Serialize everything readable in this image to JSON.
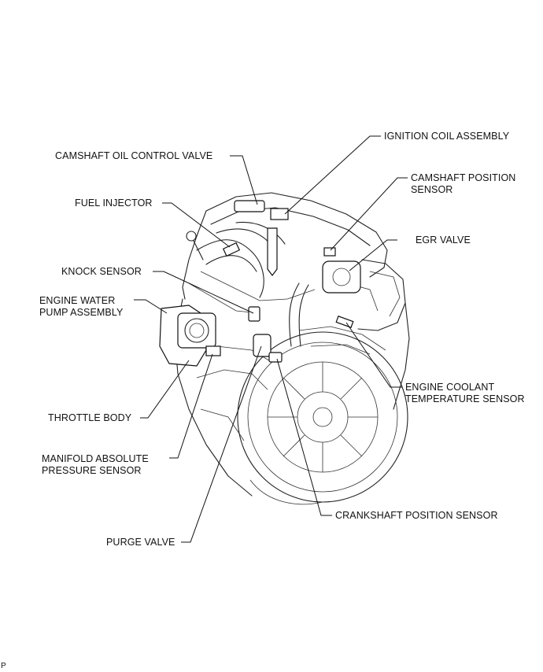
{
  "labels": {
    "ignition_coil": "IGNITION COIL ASSEMBLY",
    "camshaft_ocv": "CAMSHAFT OIL CONTROL VALVE",
    "camshaft_pos": [
      "CAMSHAFT POSITION",
      "SENSOR"
    ],
    "fuel_injector": "FUEL INJECTOR",
    "egr_valve": "EGR VALVE",
    "knock_sensor": "KNOCK SENSOR",
    "water_pump": [
      "ENGINE WATER",
      "PUMP ASSEMBLY"
    ],
    "coolant_temp": [
      "ENGINE COOLANT",
      "TEMPERATURE SENSOR"
    ],
    "throttle_body": "THROTTLE BODY",
    "map_sensor": [
      "MANIFOLD ABSOLUTE",
      "PRESSURE SENSOR"
    ],
    "crankshaft_pos": "CRANKSHAFT POSITION SENSOR",
    "purge_valve": "PURGE VALVE"
  },
  "figure_code": "P"
}
